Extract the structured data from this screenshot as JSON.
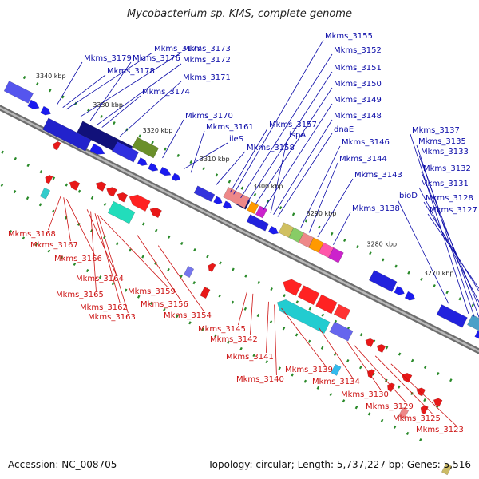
{
  "title": "Mycobacterium sp. KMS, complete genome",
  "footer": {
    "accession": "Accession: NC_008705",
    "summary": "Topology: circular; Length: 5,737,227 bp; Genes: 5,516"
  },
  "scale_labels": [
    "3340 kbp",
    "3330 kbp",
    "3320 kbp",
    "3310 kbp",
    "3300 kbp",
    "3290 kbp",
    "3280 kbp",
    "3270 kbp"
  ],
  "top_labels": [
    "Mkms_3155",
    "Mkms_3177",
    "Mkms_3173",
    "Mkms_3179",
    "Mkms_3176",
    "Mkms_3172",
    "Mkms_3178",
    "Mkms_3152",
    "Mkms_3151",
    "Mkms_3171",
    "Mkms_3150",
    "Mkms_3174",
    "Mkms_3149",
    "Mkms_3170",
    "Mkms_3148",
    "Mkms_3157",
    "Mkms_3161",
    "dnaE",
    "ispA",
    "ileS",
    "Mkms_3158",
    "Mkms_3137",
    "Mkms_3146",
    "Mkms_3135",
    "Mkms_3133",
    "Mkms_3144",
    "Mkms_3132",
    "Mkms_3143",
    "Mkms_3131",
    "bioD",
    "Mkms_3128",
    "Mkms_3138",
    "Mkms_3127"
  ],
  "bottom_labels": [
    "Mkms_3168",
    "Mkms_3167",
    "Mkms_3166",
    "Mkms_3164",
    "Mkms_3165",
    "Mkms_3159",
    "Mkms_3162",
    "Mkms_3163",
    "Mkms_3156",
    "Mkms_3154",
    "Mkms_3145",
    "Mkms_3142",
    "Mkms_3141",
    "Mkms_3140",
    "Mkms_3139",
    "Mkms_3134",
    "Mkms_3130",
    "Mkms_3129",
    "Mkms_3125",
    "Mkms_3123"
  ],
  "colors": {
    "forward_gene": "#1b1bef",
    "reverse_gene": "#e81818",
    "backbone": "#8f8f8f",
    "top_label": "#0a0aa8",
    "bottom_label": "#cc1111",
    "tick": "#2a8a2a"
  }
}
